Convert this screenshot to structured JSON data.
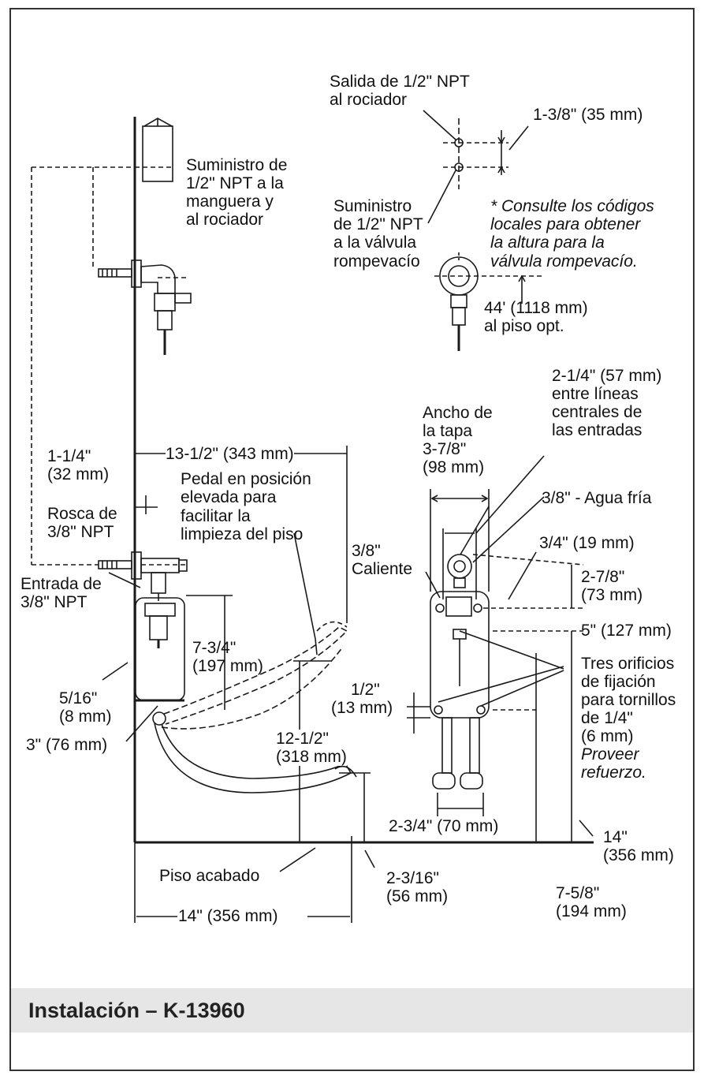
{
  "labels": {
    "outlet_spray": [
      "Salida de 1/2\" NPT",
      "al rociador"
    ],
    "dim_1_3_8": "1-3/8\" (35 mm)",
    "supply_hose": [
      "Suministro de",
      "1/2\" NPT a la",
      "manguera y",
      "al rociador"
    ],
    "supply_vacuum": [
      "Suministro",
      "de 1/2\" NPT",
      "a la válvula",
      "rompevacío"
    ],
    "note_codes": [
      "* Consulte los códigos",
      "locales para obtener",
      "la altura para la",
      "válvula rompevacío."
    ],
    "dim_44": [
      "44' (1118 mm)",
      "al piso opt."
    ],
    "dim_2_1_4": [
      "2-1/4\" (57 mm)",
      "entre líneas",
      "centrales de",
      "las entradas"
    ],
    "cover_width": [
      "Ancho de",
      "la tapa",
      "3-7/8\"",
      "(98 mm)"
    ],
    "dim_1_1_4": [
      "1-1/4\"",
      "(32 mm)"
    ],
    "dim_13_1_2": "13-1/2\" (343 mm)",
    "pedal_raised": [
      "Pedal en posición",
      "elevada para",
      "facilitar la",
      "limpieza del piso"
    ],
    "thread_3_8": [
      "Rosca de",
      "3/8\" NPT"
    ],
    "cold_water": "3/8\" - Agua fría",
    "hot_water": [
      "3/8\"",
      "Caliente"
    ],
    "dim_3_4": "3/4\" (19 mm)",
    "inlet_3_8": [
      "Entrada de",
      "3/8\" NPT"
    ],
    "dim_2_7_8": [
      "2-7/8\"",
      "(73 mm)"
    ],
    "dim_5": "5\" (127 mm)",
    "dim_7_3_4": [
      "7-3/4\"",
      "(197 mm)"
    ],
    "mount_holes": [
      "Tres orificios",
      "de fijación",
      "para tornillos",
      "de 1/4\"",
      "(6 mm)"
    ],
    "reinforce": [
      "Proveer",
      "refuerzo."
    ],
    "dim_5_16": [
      "5/16\"",
      "(8 mm)"
    ],
    "dim_1_2": [
      "1/2\"",
      "(13 mm)"
    ],
    "dim_12_1_2": [
      "12-1/2\"",
      "(318 mm)"
    ],
    "dim_3": "3\" (76 mm)",
    "dim_2_3_4": "2-3/4\" (70 mm)",
    "dim_14_right": [
      "14\"",
      "(356 mm)"
    ],
    "finished_floor": "Piso acabado",
    "dim_2_3_16": [
      "2-3/16\"",
      "(56 mm)"
    ],
    "dim_7_5_8": [
      "7-5/8\"",
      "(194 mm)"
    ],
    "dim_14_bottom": "14\" (356 mm)"
  },
  "title": "Instalación – K-13960"
}
